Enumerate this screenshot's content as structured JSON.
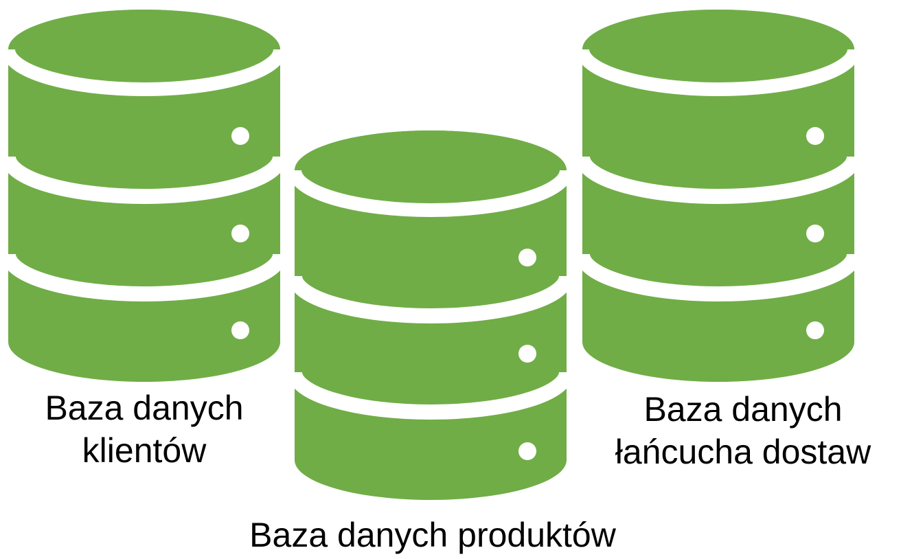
{
  "colors": {
    "cylinder": "#70ad47",
    "separator": "#ffffff",
    "indicator": "#ffffff",
    "text": "#000000",
    "background": "#ffffff"
  },
  "databases": [
    {
      "icon": "database-icon",
      "label_line1": "Baza danych",
      "label_line2": "klientów"
    },
    {
      "icon": "database-icon",
      "label": "Baza danych produktów"
    },
    {
      "icon": "database-icon",
      "label_line1": "Baza danych",
      "label_line2": "łańcucha dostaw"
    }
  ]
}
